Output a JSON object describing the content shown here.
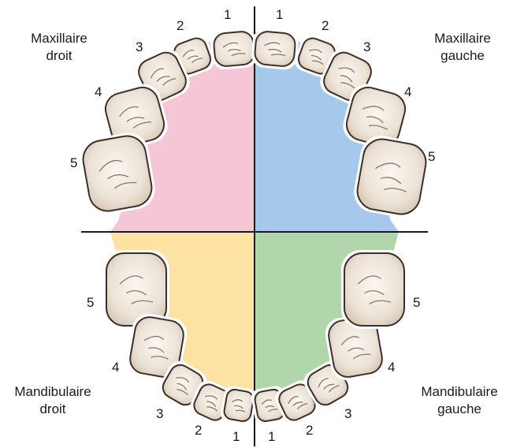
{
  "quadrants": {
    "upper_right": {
      "line1": "Maxillaire",
      "line2": "droit"
    },
    "upper_left": {
      "line1": "Maxillaire",
      "line2": "gauche"
    },
    "lower_right": {
      "line1": "Mandibulaire",
      "line2": "droit"
    },
    "lower_left": {
      "line1": "Mandibulaire",
      "line2": "gauche"
    }
  },
  "tooth_numbers": {
    "upper_right": [
      "1",
      "2",
      "3",
      "4",
      "5"
    ],
    "upper_left": [
      "1",
      "2",
      "3",
      "4",
      "5"
    ],
    "lower_right": [
      "1",
      "2",
      "3",
      "4",
      "5"
    ],
    "lower_left": [
      "1",
      "2",
      "3",
      "4",
      "5"
    ]
  },
  "colors": {
    "upper_right_quadrant": "#f5c6d6",
    "upper_left_quadrant": "#a6c8ea",
    "lower_right_quadrant": "#fde2a3",
    "lower_left_quadrant": "#b2d6ac",
    "tooth_fill": "#ece3d7",
    "tooth_outline": "#3b2f2a",
    "axis_lines": "#1a1a1a"
  }
}
